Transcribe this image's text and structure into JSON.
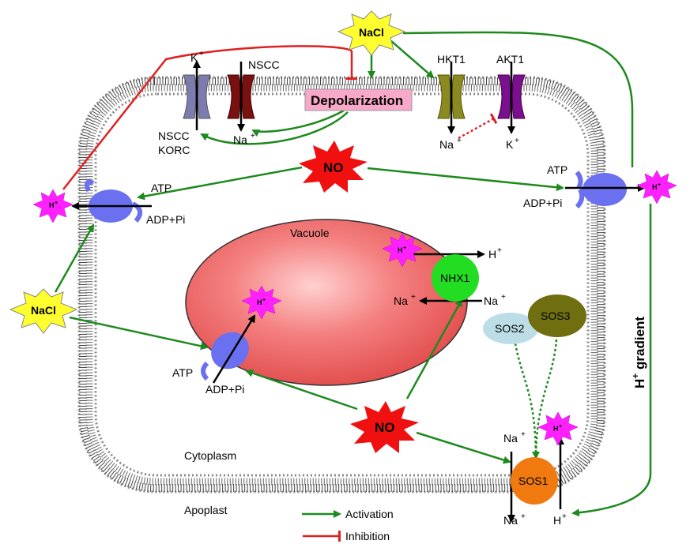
{
  "labels": {
    "nacl_top": "NaCl",
    "nacl_left": "NaCl",
    "k_top": "K",
    "nscc_top": "NSCC",
    "depolarization": "Depolarization",
    "hkt1": "HKT1",
    "akt1": "AKT1",
    "nscc_korc": "NSCC\nKORC",
    "na_plus_1": "Na",
    "na_plus_hkt": "Na",
    "k_plus_akt": "K",
    "no_top": "NO",
    "no_bottom": "NO",
    "atp_left": "ATP",
    "adp_left": "ADP+Pi",
    "atp_right": "ATP",
    "adp_right": "ADP+Pi",
    "atp_vac": "ATP",
    "adp_vac": "ADP+Pi",
    "vacuole": "Vacuole",
    "h_plus_nhx": "H",
    "nhx1": "NHX1",
    "na_plus_nhx_left": "Na",
    "na_plus_nhx_right": "Na",
    "sos2": "SOS2",
    "sos3": "SOS3",
    "sos1": "SOS1",
    "na_sos1_top": "Na",
    "na_sos1_bottom": "Na",
    "h_sos1_bottom": "H",
    "h_gradient": "H",
    "h_gradient_suffix": " gradient",
    "cytoplasm": "Cytoplasm",
    "apoplast": "Apoplast",
    "legend_activation": "Activation",
    "legend_inhibition": "Inhibition",
    "h_star": "H",
    "sup_plus": "+"
  },
  "colors": {
    "activation": "#1e8a1e",
    "inhibition": "#e02020",
    "vacuole": "#f06060",
    "nhx1": "#22dd22",
    "sos1": "#f07a10",
    "sos2": "#bcdde6",
    "sos3": "#6f6f10",
    "pump": "#6a70f0",
    "h_star": "#ff20ff",
    "nacl_star": "#ffff30",
    "no_star": "#f01010",
    "depolarization_box": "#f8a8c8"
  }
}
